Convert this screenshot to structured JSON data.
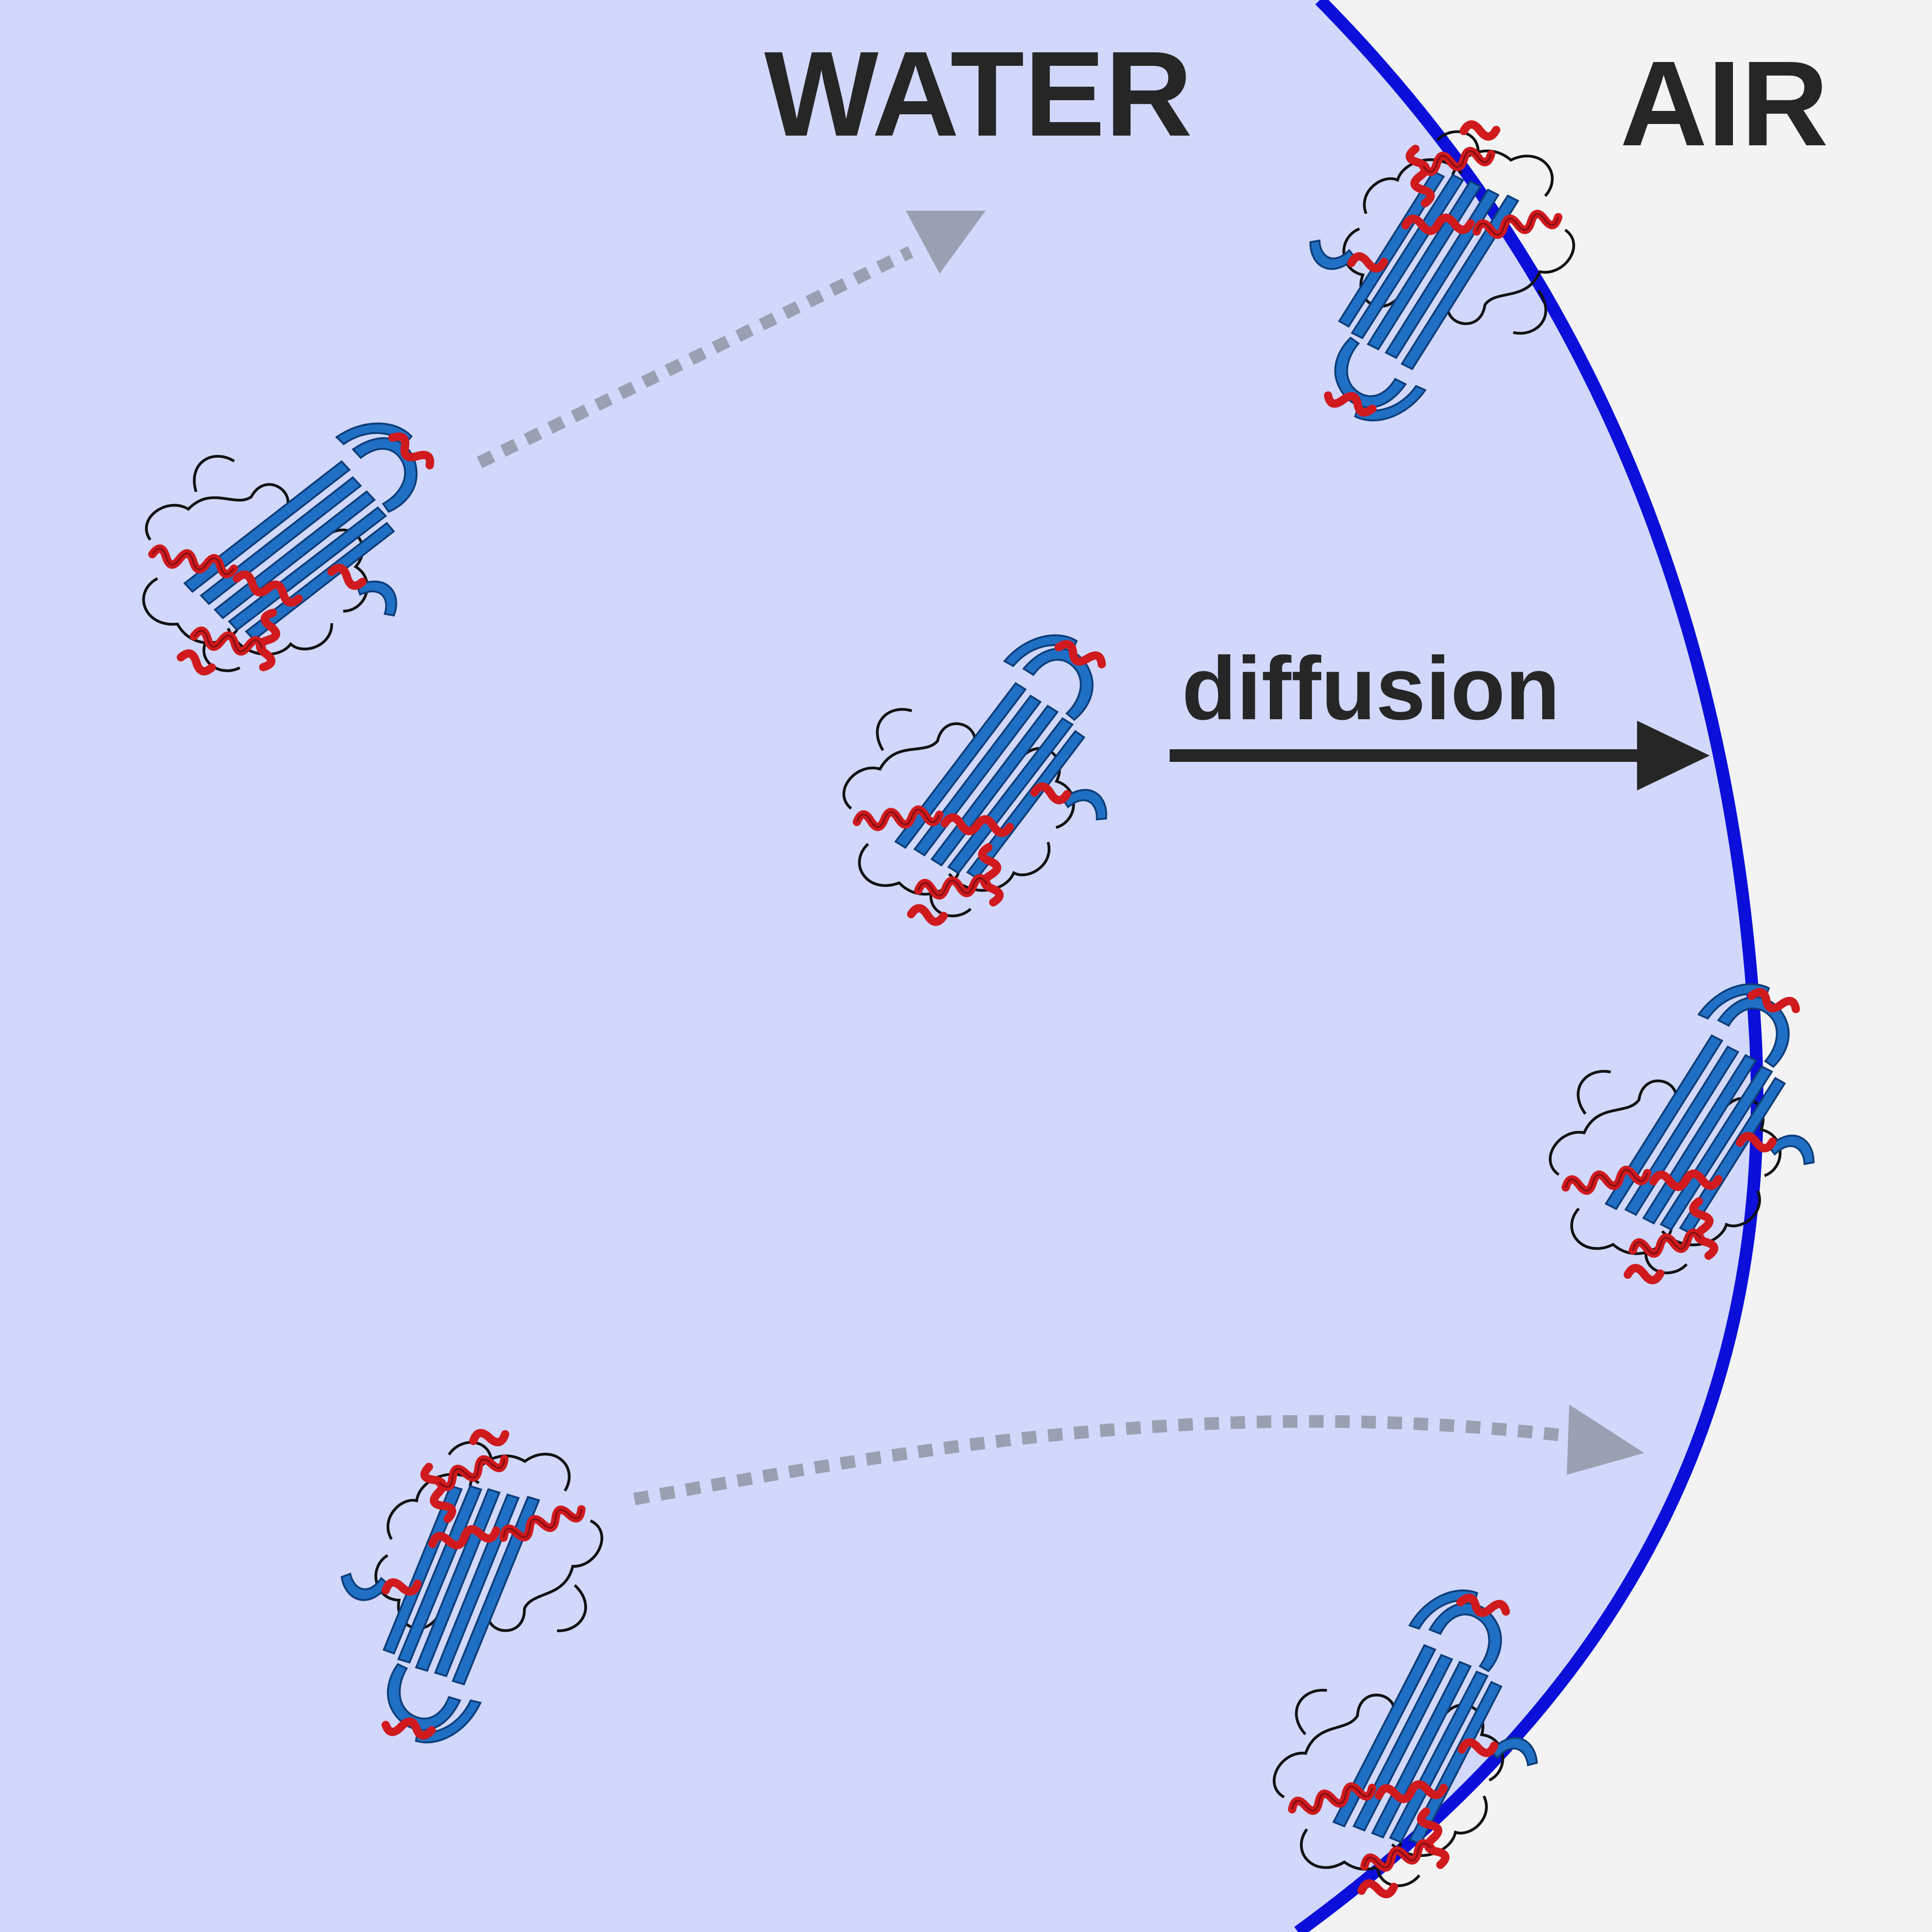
{
  "labels": {
    "water": "WATER",
    "air": "AIR",
    "diffusion": "diffusion"
  },
  "colors": {
    "water": "#d1d8fc",
    "air": "#f3f3f3",
    "interface": "#0b0fd9",
    "text": "#262626",
    "dotted_arrow": "#9aa0b2",
    "helix": "#d01a1e",
    "sheet": "#1f6fc4",
    "loop": "#111111"
  },
  "proteins": [
    {
      "id": "protein-water-upper-left",
      "location": "bulk water"
    },
    {
      "id": "protein-water-center",
      "location": "bulk water"
    },
    {
      "id": "protein-water-lower-left",
      "location": "bulk water"
    },
    {
      "id": "protein-interface-top",
      "location": "air-water interface"
    },
    {
      "id": "protein-interface-middle",
      "location": "air-water interface"
    },
    {
      "id": "protein-interface-bottom",
      "location": "air-water interface"
    }
  ]
}
